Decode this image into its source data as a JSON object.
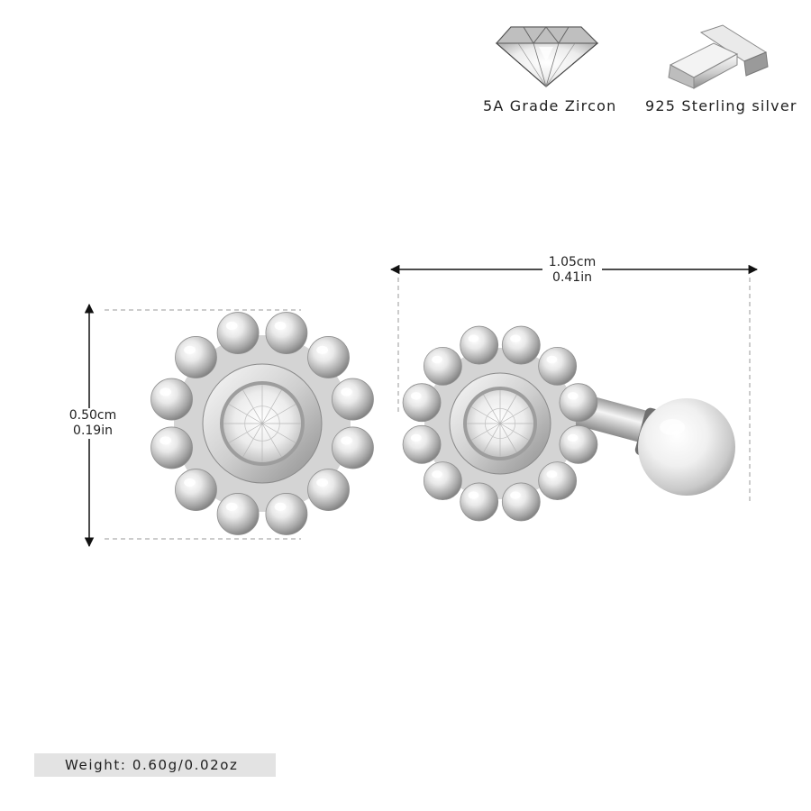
{
  "features": [
    {
      "icon": "diamond-icon",
      "label": "5A Grade Zircon"
    },
    {
      "icon": "silver-bars-icon",
      "label": "925 Sterling silver"
    }
  ],
  "dimensions": {
    "height_cm": "0.50cm",
    "height_in": "0.19in",
    "width_cm": "1.05cm",
    "width_in": "0.41in"
  },
  "weight": {
    "label": "Weight: 0.60g/0.02oz"
  },
  "colors": {
    "silver_light": "#f4f4f4",
    "silver_dark": "#8a8a8a",
    "text": "#1e1e1e",
    "badge": "#e3e3e3"
  }
}
